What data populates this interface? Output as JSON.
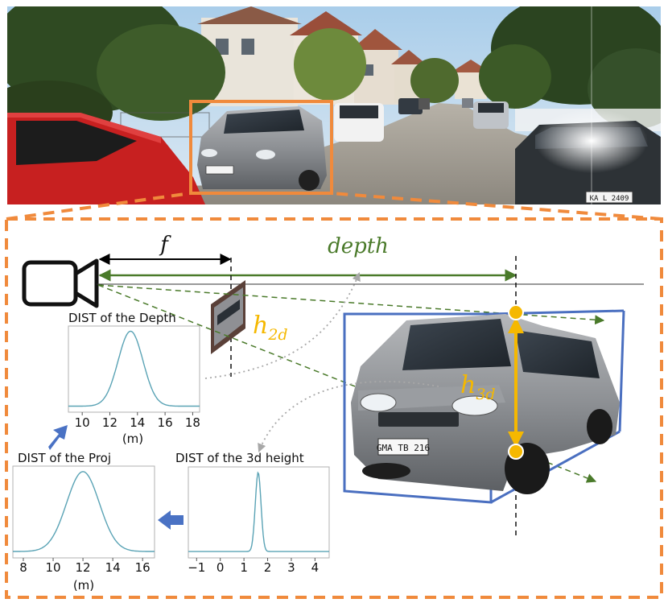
{
  "labels": {
    "focal": "f",
    "depth": "depth",
    "h2d_base": "h",
    "h2d_sub": "2d",
    "h3d_base": "h",
    "h3d_sub": "3d"
  },
  "plate_text": "GMA TB 216",
  "distant_plate": "KA L 2409",
  "colors": {
    "orange_box": "#f08a3c",
    "blue_box": "#4a6fc0",
    "green_arrow": "#4a7a2a",
    "gold": "#f5b800",
    "curve": "#5aa3b5"
  },
  "charts": [
    {
      "id": "depth",
      "title": "DIST of the Depth",
      "type": "line",
      "ticks": [
        "10",
        "12",
        "14",
        "16",
        "18"
      ],
      "unit": "(m)",
      "xlim": [
        9,
        18.5
      ],
      "mean": 13.5,
      "sigma": 0.9
    },
    {
      "id": "proj",
      "title": "DIST of the Proj",
      "type": "line",
      "ticks": [
        "8",
        "10",
        "12",
        "14",
        "16"
      ],
      "unit": "(m)",
      "xlim": [
        7.3,
        16.8
      ],
      "mean": 12,
      "sigma": 1.1
    },
    {
      "id": "height",
      "title": "DIST of the 3d height",
      "type": "line",
      "ticks": [
        "−1",
        "0",
        "1",
        "2",
        "3",
        "4"
      ],
      "unit": "",
      "xlim": [
        -1.35,
        4.6
      ],
      "mean": 1.6,
      "sigma": 0.12
    }
  ]
}
